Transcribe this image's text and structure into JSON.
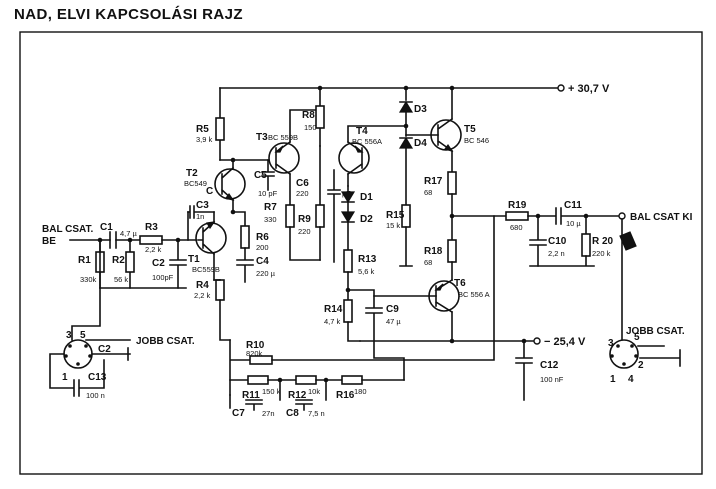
{
  "title": "NAD, ELVI KAPCSOLÁSI RAJZ",
  "supply_pos": "+ 30,7 V",
  "supply_neg": "− 25,4 V",
  "input_label": [
    "BAL CSAT.",
    "BE"
  ],
  "output_label": "BAL CSAT KI",
  "jack_left_label": "JOBB CSAT.",
  "jack_right_label": "JOBB CSAT.",
  "pins": {
    "p3": "3",
    "p5": "5",
    "p1": "1",
    "p2": "2",
    "p4": "4"
  },
  "components": {
    "R1": {
      "name": "R1",
      "value": "330k"
    },
    "R2": {
      "name": "R2",
      "value": "56 k"
    },
    "R3": {
      "name": "R3",
      "value": "2,2 k"
    },
    "R4": {
      "name": "R4",
      "value": "2,2 k"
    },
    "R5": {
      "name": "R5",
      "value": "3,9 k"
    },
    "R6": {
      "name": "R6",
      "value": "200"
    },
    "R7": {
      "name": "R7",
      "value": "330"
    },
    "R8": {
      "name": "R8",
      "value": "150"
    },
    "R9": {
      "name": "R9",
      "value": "220"
    },
    "R10": {
      "name": "R10",
      "value": "820k"
    },
    "R11": {
      "name": "R11",
      "value": "150 k"
    },
    "R12": {
      "name": "R12",
      "value": "10k"
    },
    "R13": {
      "name": "R13",
      "value": "5,6 k"
    },
    "R14": {
      "name": "R14",
      "value": "4,7 k"
    },
    "R15": {
      "name": "R15",
      "value": "15 k"
    },
    "R16": {
      "name": "R16",
      "value": "180"
    },
    "R17": {
      "name": "R17",
      "value": "68"
    },
    "R18": {
      "name": "R18",
      "value": "68"
    },
    "R19": {
      "name": "R19",
      "value": "680"
    },
    "R20": {
      "name": "R 20",
      "value": "220 k"
    },
    "C1": {
      "name": "C1",
      "value": "4,7 µ"
    },
    "C2": {
      "name": "C2",
      "value": "100pF"
    },
    "C3": {
      "name": "C3",
      "value": "1n"
    },
    "C4": {
      "name": "C4",
      "value": "220 µ"
    },
    "C5": {
      "name": "C5",
      "value": "10 pF"
    },
    "C6": {
      "name": "C6",
      "value": "220"
    },
    "C6b": {
      "name": "",
      "value": "pF"
    },
    "C7": {
      "name": "C7",
      "value": "27n"
    },
    "C8": {
      "name": "C8",
      "value": "7,5 n"
    },
    "C9": {
      "name": "C9",
      "value": "47 µ"
    },
    "C10": {
      "name": "C10",
      "value": "2,2 n"
    },
    "C11": {
      "name": "C11",
      "value": "10 µ"
    },
    "C12": {
      "name": "C12",
      "value": "100 nF"
    },
    "C13": {
      "name": "C13",
      "value": "100 n"
    },
    "C2j": {
      "name": "C2",
      "value": ""
    },
    "T1": {
      "name": "T1",
      "type": "BC559B"
    },
    "T2": {
      "name": "T2",
      "type": "BC549"
    },
    "T3": {
      "name": "T3",
      "type": "BC 559B"
    },
    "T4": {
      "name": "T4",
      "type": "BC 556A"
    },
    "T5": {
      "name": "T5",
      "type": "BC 546"
    },
    "T6": {
      "name": "T6",
      "type": "BC 556 A"
    },
    "D1": {
      "name": "D1"
    },
    "D2": {
      "name": "D2"
    },
    "D3": {
      "name": "D3"
    },
    "D4": {
      "name": "D4"
    }
  },
  "t2_pin": "C"
}
